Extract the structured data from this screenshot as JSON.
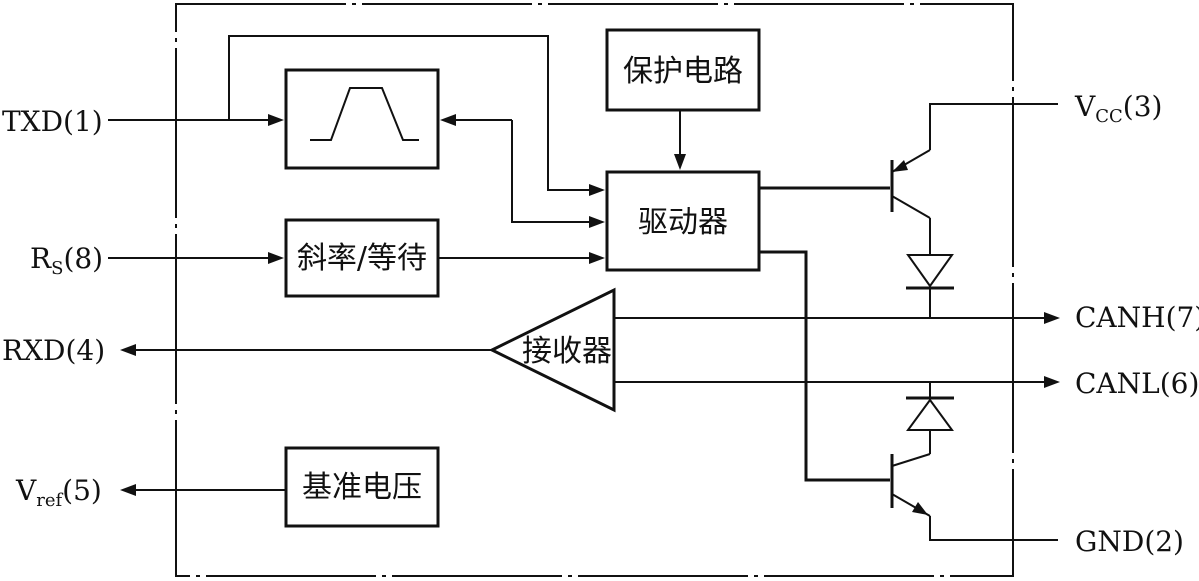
{
  "pins": {
    "txd": "TXD(1)",
    "rs_main": "R",
    "rs_sub": "S",
    "rs_num": "(8)",
    "rxd": "RXD(4)",
    "vref_main": "V",
    "vref_sub": "ref",
    "vref_num": "(5)",
    "vcc_main": "V",
    "vcc_sub": "CC",
    "vcc_num": "(3)",
    "canh": "CANH(7)",
    "canl": "CANL(6)",
    "gnd": "GND(2)"
  },
  "blocks": {
    "protection": "保护电路",
    "driver": "驱动器",
    "slope": "斜率/等待",
    "receiver": "接收器",
    "reference": "基准电压"
  }
}
